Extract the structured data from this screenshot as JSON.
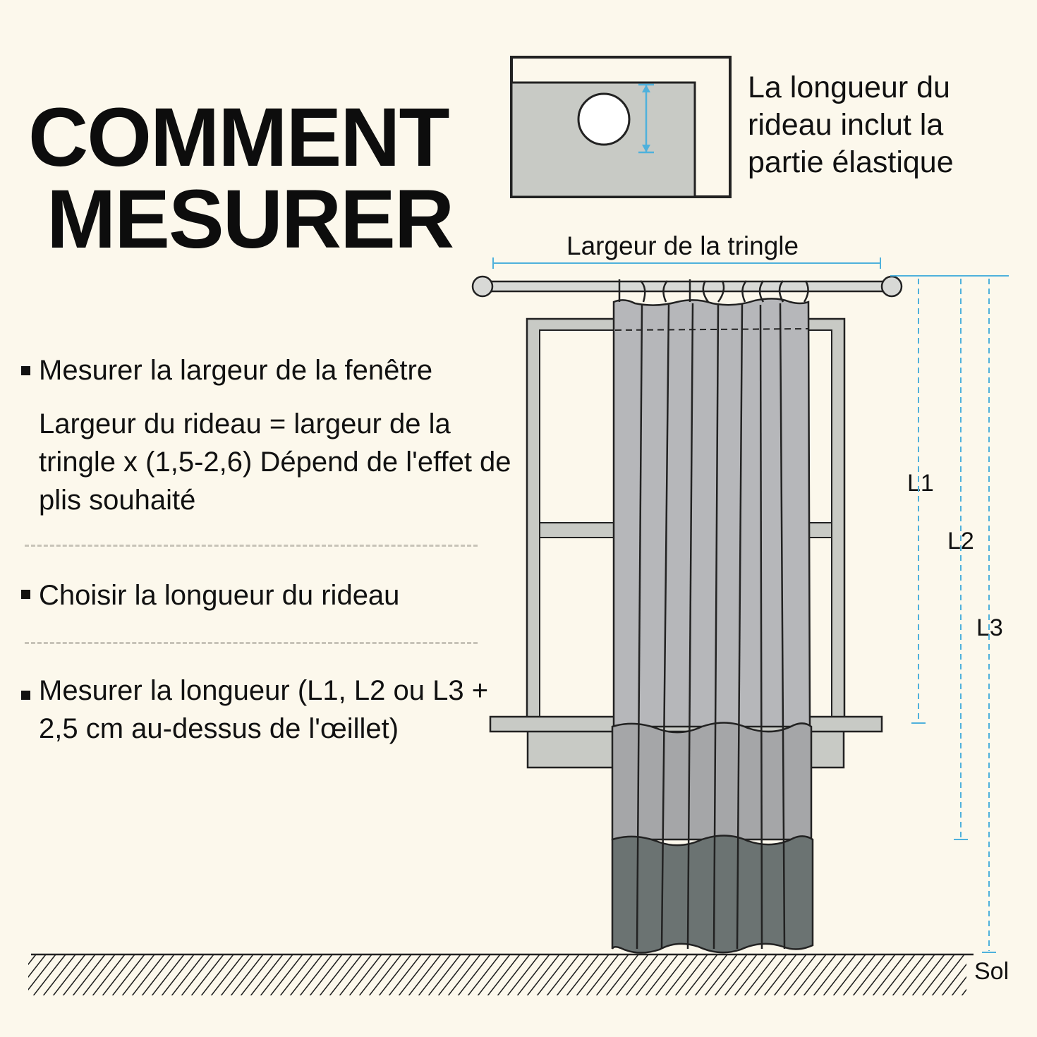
{
  "title": {
    "line1": "COMMENT",
    "line2": "MESURER"
  },
  "eyelet_note": "La longueur du rideau inclut la partie élastique",
  "steps": [
    {
      "text": "Mesurer la largeur de la fenêtre"
    },
    {
      "text": "Largeur du rideau = largeur de la tringle x (1,5-2,6) Dépend de l'effet de plis souhaité"
    },
    {
      "text": "Choisir la longueur du rideau"
    },
    {
      "text": "Mesurer la longueur (L1, L2 ou L3 + 2,5 cm au-dessus de l'œillet)"
    }
  ],
  "rod_label": "Largeur de la tringle",
  "lengths": [
    "L1",
    "L2",
    "L3"
  ],
  "floor_label": "Sol",
  "colors": {
    "background": "#fcf8ec",
    "measure_blue": "#4fb1dc",
    "curtain_light": "#b6b7ba",
    "curtain_mid": "#a5a6a8",
    "curtain_dark": "#6b7372",
    "frame": "#c9cbc6",
    "outline": "#222222"
  }
}
